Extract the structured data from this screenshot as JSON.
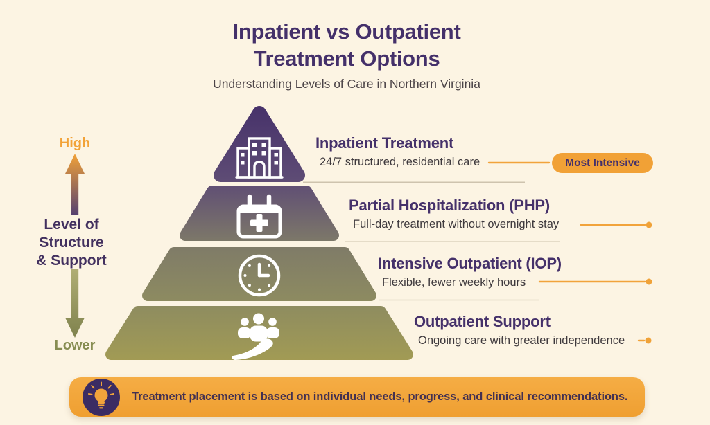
{
  "title": {
    "heading": "Inpatient vs Outpatient\nTreatment Options",
    "subtitle": "Understanding Levels of Care in Northern Virginia"
  },
  "axis": {
    "high": "High",
    "low": "Lower",
    "label": "Level of\nStructure\n& Support"
  },
  "levels": [
    {
      "name": "Inpatient Treatment",
      "description": "24/7 structured, residential care",
      "icon": "hospital-building-icon",
      "badge": "Most Intensive"
    },
    {
      "name": "Partial Hospitalization (PHP)",
      "description": "Full-day treatment without overnight stay",
      "icon": "calendar-medical-icon"
    },
    {
      "name": "Intensive Outpatient (IOP)",
      "description": "Flexible, fewer weekly hours",
      "icon": "clock-icon"
    },
    {
      "name": "Outpatient Support",
      "description": "Ongoing care with greater independence",
      "icon": "people-group-icon"
    }
  ],
  "footer": {
    "note": "Treatment placement is based on individual needs, progress, and clinical recommendations.",
    "icon": "lightbulb-icon"
  },
  "colors": {
    "background_cream": "#fcf4e3",
    "deep_purple": "#45316a",
    "accent_orange": "#f1a238",
    "olive_green": "#8d8c55",
    "pyramid_gradient_top": "#46316a",
    "pyramid_gradient_bottom": "#a29b54"
  }
}
